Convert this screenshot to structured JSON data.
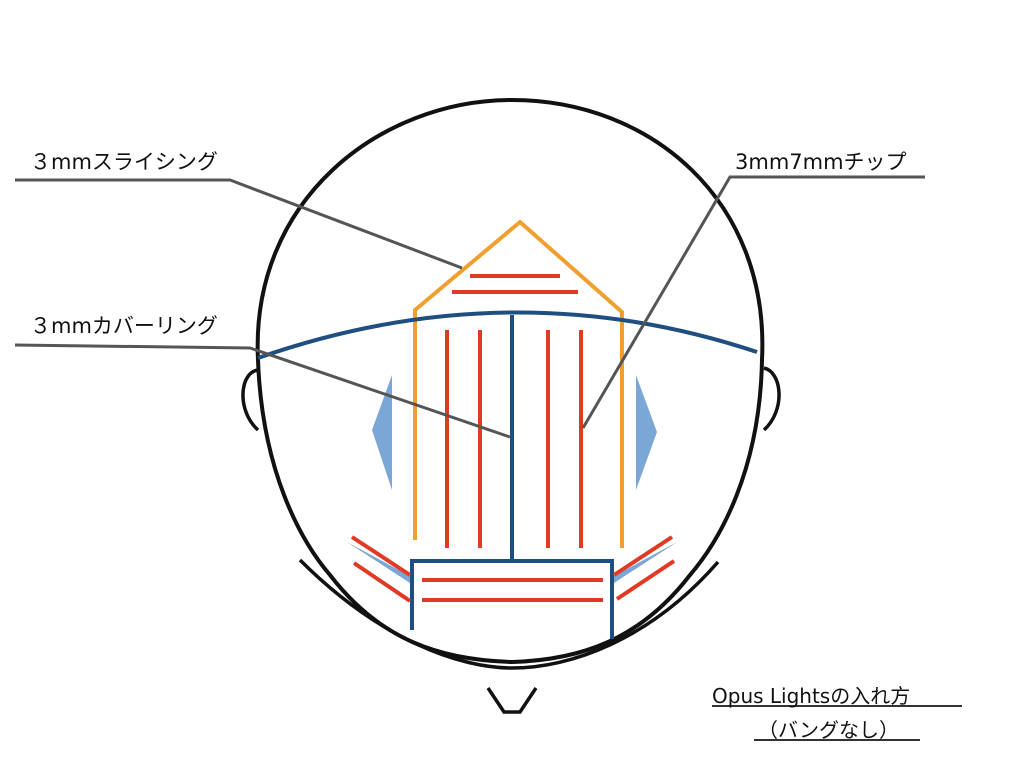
{
  "labels": {
    "slicing": "３mmスライシング",
    "chip": "3mm7mmチップ",
    "covering": "３mmカバーリング"
  },
  "caption": {
    "line1": "Opus Lightsの入れ方",
    "line2": "（バングなし）"
  },
  "colors": {
    "outline": "#111111",
    "orange": "#f0a030",
    "red": "#e03a25",
    "navy": "#1f4e80",
    "lightblue": "#7ba7d6",
    "leader": "#555555"
  }
}
